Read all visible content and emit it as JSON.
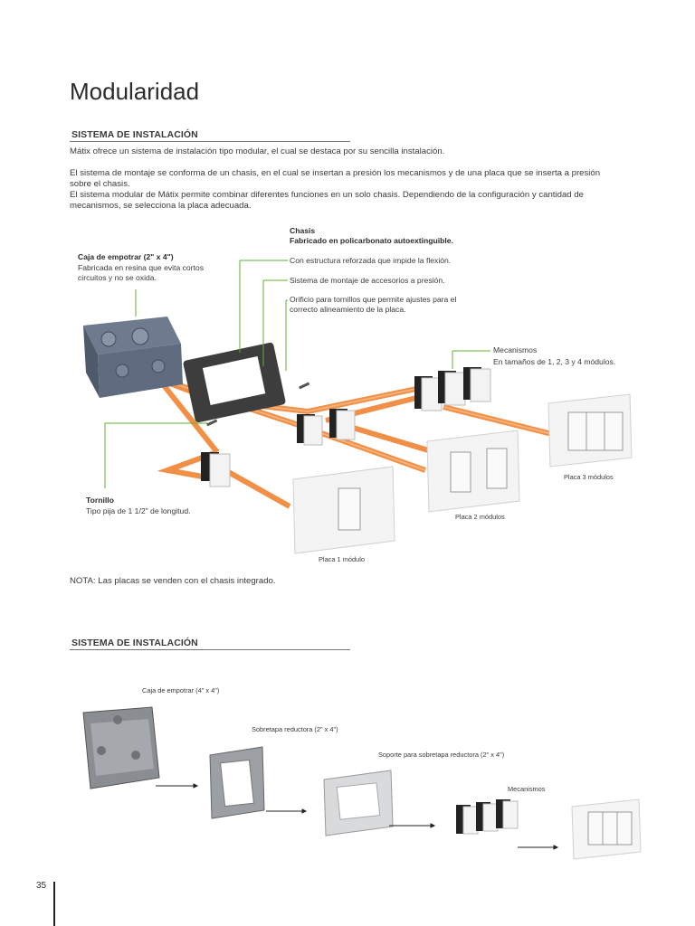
{
  "page_title": "Modularidad",
  "section1": {
    "heading": "SISTEMA DE INSTALACIÓN",
    "paragraphs": [
      "Mátix ofrece un sistema de instalación tipo modular, el cual se destaca por su sencilla instalación.",
      "El sistema de montaje se conforma de un chasis, en el cual se insertan a presión los mecanismos y de una placa que se inserta a presión",
      "sobre el chasis.",
      "El sistema modular de Mátix permite combinar diferentes funciones en un solo chasis. Dependiendo de la configuración y cantidad de",
      "mecanismos, se selecciona la placa adecuada."
    ]
  },
  "diagram1": {
    "caja": {
      "title": "Caja de empotrar (2\" x 4\")",
      "desc": [
        "Fabricada en resina que evita cortos",
        "circuitos y no se oxida."
      ]
    },
    "chasis": {
      "title": "Chasis",
      "subtitle": "Fabricado en policarbonato autoextinguible.",
      "notes": [
        "Con estructura reforzada que impide la flexión.",
        "Sistema de montaje de accesorios a presión.",
        "Orificio para tornillos que permite ajustes para el",
        "correcto alineamiento de la placa."
      ]
    },
    "mecanismos": {
      "title": "Mecanismos",
      "desc": "En tamaños de 1, 2, 3 y 4 módulos."
    },
    "tornillo": {
      "title": "Tornillo",
      "desc": "Tipo pija de 1 1/2\" de longitud."
    },
    "placa1": "Placa 1 módulo",
    "placa2": "Placa 2 módulos",
    "placa3": "Placa 3 módulos",
    "accent_color": "#5bb130",
    "wire_color": "#f08a3c"
  },
  "note": "NOTA: Las placas se venden con el chasis integrado.",
  "section2": {
    "heading": "SISTEMA DE INSTALACIÓN",
    "steps": [
      "Caja de empotrar (4\" x 4\")",
      "Sobretapa reductora (2\" x 4\")",
      "Soporte para sobretapa reductora (2\" x 4\")",
      "Mecanismos"
    ]
  },
  "page_number": "35"
}
